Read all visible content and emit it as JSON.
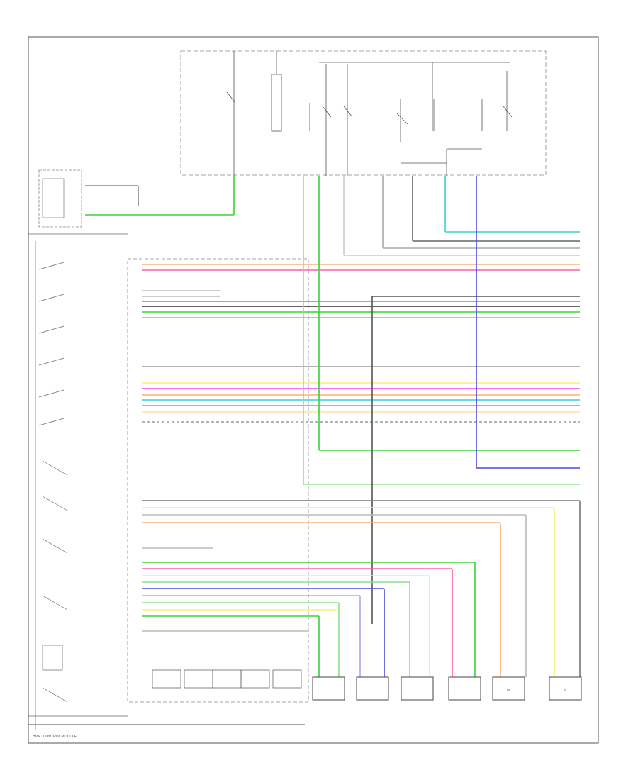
{
  "page": {
    "footer_left": "HVAC CONTROL MODULE",
    "footer_right": "",
    "page_code": ""
  },
  "colors": {
    "frame": "#555555",
    "wire_gray": "#8a8a8a",
    "wire_black": "#333333",
    "wire_green": "#3bd13b",
    "wire_light_green": "#8de08d",
    "wire_pink": "#ff5fa8",
    "wire_orange": "#ffb070",
    "wire_yellow": "#f5f07a",
    "wire_magenta": "#ff33ff",
    "wire_cyan": "#3ad1d1",
    "wire_blue": "#4a4ae0",
    "wire_dkgreen": "#2aa82a"
  },
  "actuators": [
    {
      "id": "a1",
      "symbol": ""
    },
    {
      "id": "a2",
      "symbol": ""
    },
    {
      "id": "a3",
      "symbol": ""
    },
    {
      "id": "a4",
      "symbol": ""
    },
    {
      "id": "a5",
      "symbol": "M"
    },
    {
      "id": "a6",
      "symbol": "M"
    }
  ]
}
